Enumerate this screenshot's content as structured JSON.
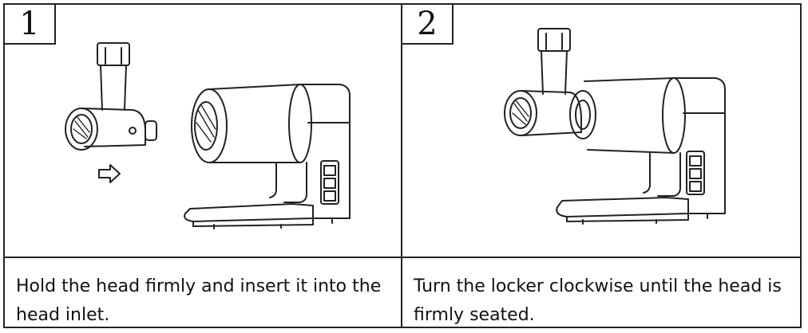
{
  "steps": [
    {
      "number": "1",
      "caption": "Hold the head firmly and insert it into the head inlet."
    },
    {
      "number": "2",
      "caption": "Turn the locker clockwise until the head is firmly seated."
    }
  ],
  "icons": {
    "arrow": "right-arrow-icon"
  },
  "colors": {
    "line": "#222222",
    "background": "#ffffff"
  }
}
